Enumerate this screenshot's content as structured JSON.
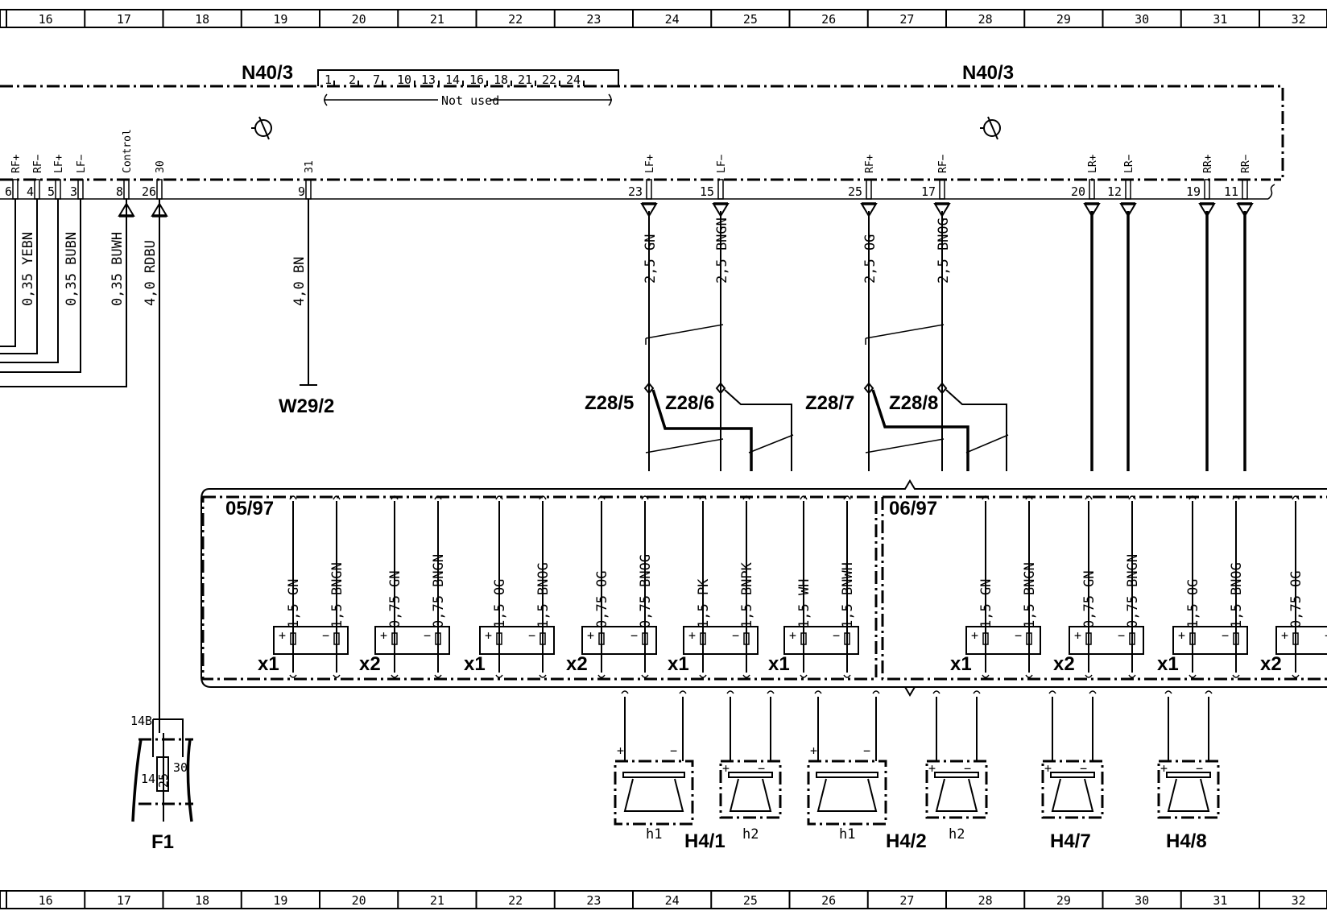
{
  "grid": {
    "columns": [
      "16",
      "17",
      "18",
      "19",
      "20",
      "21",
      "22",
      "23",
      "24",
      "25",
      "26",
      "27",
      "28",
      "29",
      "30",
      "31",
      "32"
    ]
  },
  "module": {
    "name_left": "N40/3",
    "name_right": "N40/3",
    "unused_pins": [
      "1",
      "2",
      "7",
      "10",
      "13",
      "14",
      "16",
      "18",
      "21",
      "22",
      "24"
    ],
    "not_used": "Not used",
    "left_pins": [
      {
        "num": "6",
        "name": "RF+",
        "wire": ""
      },
      {
        "num": "4",
        "name": "RF−",
        "wire": "0,35 YEBN"
      },
      {
        "num": "5",
        "name": "LF+",
        "wire": ""
      },
      {
        "num": "3",
        "name": "LF−",
        "wire": "0,35 BUBN"
      },
      {
        "num": "8",
        "name": "Control",
        "wire": "0,35 BUWH"
      },
      {
        "num": "26",
        "name": "30",
        "wire": "4,0 RDBU"
      },
      {
        "num": "9",
        "name": "31",
        "wire": "4,0 BN"
      }
    ],
    "out_pins": [
      {
        "num": "23",
        "name": "LF+",
        "wire": "2,5 GN"
      },
      {
        "num": "15",
        "name": "LF−",
        "wire": "2,5 BNGN"
      },
      {
        "num": "25",
        "name": "RF+",
        "wire": "2,5 OG"
      },
      {
        "num": "17",
        "name": "RF−",
        "wire": "2,5 BNOG"
      },
      {
        "num": "20",
        "name": "LR+",
        "wire": ""
      },
      {
        "num": "12",
        "name": "LR−",
        "wire": ""
      },
      {
        "num": "19",
        "name": "RR+",
        "wire": ""
      },
      {
        "num": "11",
        "name": "RR−",
        "wire": ""
      }
    ]
  },
  "ground": "W29/2",
  "splices": [
    "Z28/5",
    "Z28/6",
    "Z28/7",
    "Z28/8"
  ],
  "variants": {
    "left": "05/97",
    "right": "06/97"
  },
  "connectors": [
    {
      "wa": "1,5 GN",
      "wb": "1,5 BNGN",
      "x": "x1"
    },
    {
      "wa": "0,75 GN",
      "wb": "0,75 BNGN",
      "x": "x2"
    },
    {
      "wa": "1,5 OG",
      "wb": "1,5 BNOG",
      "x": "x1"
    },
    {
      "wa": "0,75 OG",
      "wb": "0,75 BNOG",
      "x": "x2"
    },
    {
      "wa": "1,5 PK",
      "wb": "1,5 BNPK",
      "x": "x1"
    },
    {
      "wa": "1,5 WH",
      "wb": "1,5 BNWH",
      "x": "x1"
    },
    {
      "wa": "1,5 GN",
      "wb": "1,5 BNGN",
      "x": "x1"
    },
    {
      "wa": "0,75 GN",
      "wb": "0,75 BNGN",
      "x": "x2"
    },
    {
      "wa": "1,5 OG",
      "wb": "1,5 BNOG",
      "x": "x1"
    },
    {
      "wa": "0,75 OG",
      "wb": "",
      "x": "x2"
    }
  ],
  "speakers": [
    {
      "label": "H4/1",
      "subs": [
        "h1",
        "h2"
      ]
    },
    {
      "label": "H4/2",
      "subs": [
        "h1",
        "h2"
      ]
    },
    {
      "label": "H4/7",
      "subs": []
    },
    {
      "label": "H4/8",
      "subs": []
    }
  ],
  "fuse": {
    "label": "F1",
    "top": "14B",
    "left": "14",
    "right": "30",
    "rating": "25"
  }
}
